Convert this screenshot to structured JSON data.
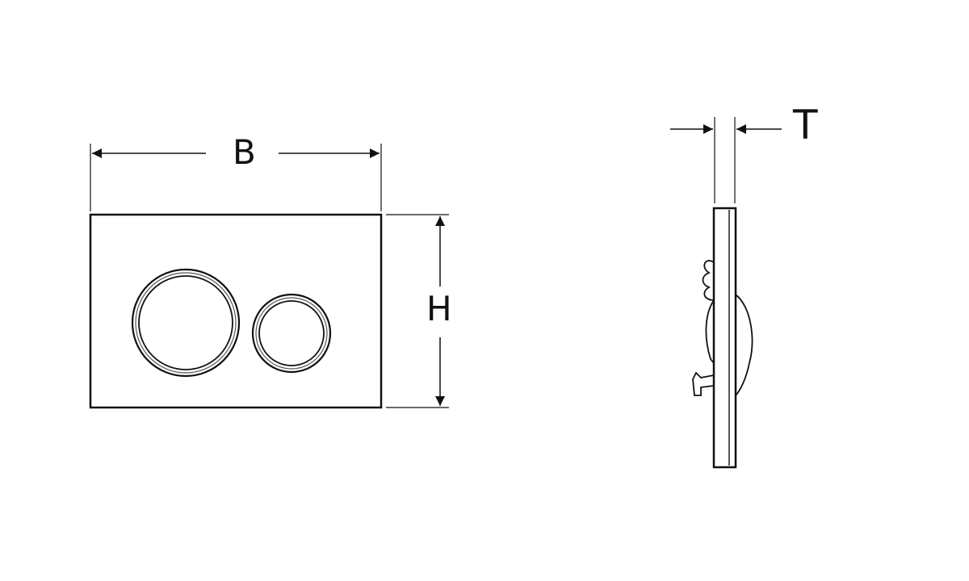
{
  "colors": {
    "stroke": "#111111",
    "background": "#ffffff"
  },
  "labels": {
    "width": "B",
    "height": "H",
    "thickness": "T"
  }
}
